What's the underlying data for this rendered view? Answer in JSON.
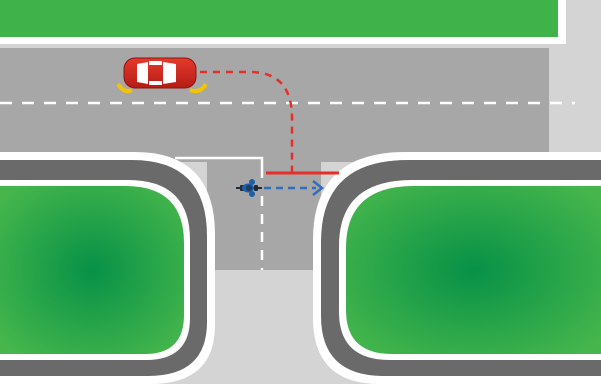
{
  "scene": {
    "kind": "traffic-intersection-diagram",
    "colors": {
      "road": "#a7a7a7",
      "sidewalk": "#d4d4d4",
      "grass_center": "#079147",
      "grass_edge": "#3fb24a",
      "curb_white": "#ffffff",
      "curb_dark": "#6a6a6a",
      "car_body": "#d8281e",
      "car_glass": "#ffffff",
      "car_path": "#e5302a",
      "cyclist": "#1f5fa6",
      "cyclist_path": "#2f6fbe",
      "lane_marking": "#ffffff",
      "signal_lights": "#f5c400"
    },
    "vehicles": [
      {
        "id": "car",
        "label_icon": "car-icon",
        "turn_signal": "right"
      },
      {
        "id": "cyclist",
        "label_icon": "bicycle-icon",
        "direction": "east"
      }
    ]
  }
}
